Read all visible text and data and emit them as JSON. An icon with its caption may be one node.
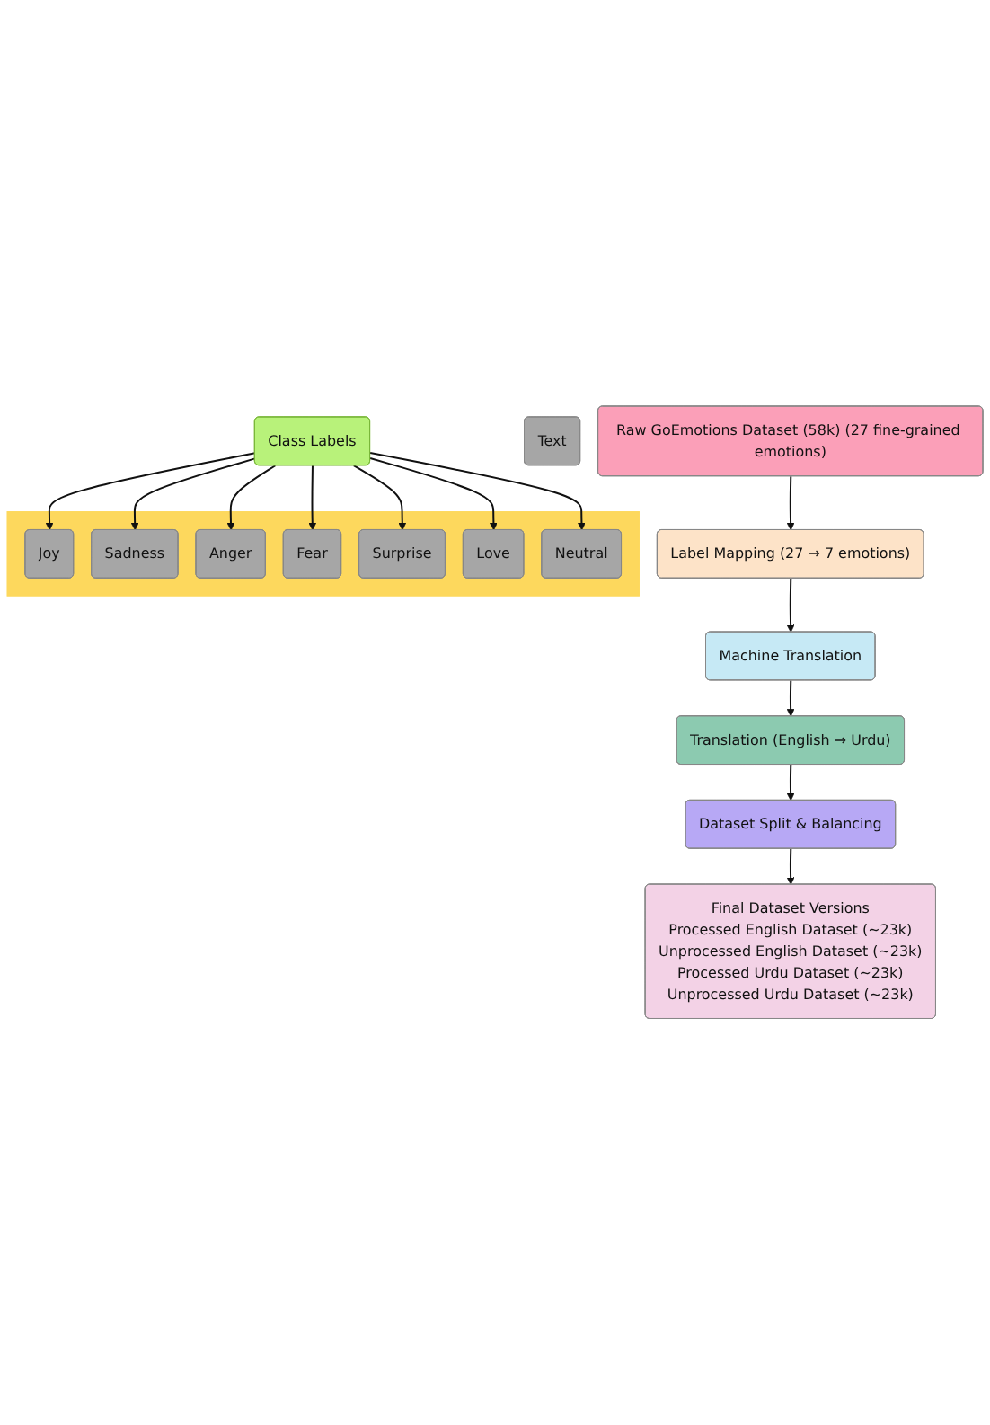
{
  "diagram": {
    "nodes": [
      {
        "text": [
          "Raw GoEmotions Dataset (58k) (27 fine-grained emotions)"
        ]
      },
      {
        "text": [
          "Label Mapping (27 → 7 emotions)"
        ]
      },
      {
        "text": [
          "Machine Translation"
        ]
      },
      {
        "text": [
          "Translation (English → Urdu)"
        ]
      },
      {
        "text": [
          "Dataset Split & Balancing"
        ]
      },
      {
        "text": [
          "Final Dataset Versions",
          "Processed English Dataset (~23k)",
          "Unprocessed English Dataset (~23k)",
          "Processed Urdu Dataset (~23k)",
          "Unprocessed Urdu Dataset (~23k)"
        ]
      },
      {
        "text": [
          "Text"
        ]
      },
      {
        "text": [
          "Class Labels"
        ]
      },
      {
        "text": [],
        "shape": "bar"
      },
      {
        "text": [
          "Joy"
        ],
        "in": 8
      },
      {
        "text": [
          "Sadness"
        ],
        "in": 8
      },
      {
        "text": [
          "Anger"
        ],
        "in": 8
      },
      {
        "text": [
          "Fear"
        ],
        "in": 8
      },
      {
        "text": [
          "Surprise"
        ],
        "in": 8
      },
      {
        "text": [
          "Love"
        ],
        "in": 8
      },
      {
        "text": [
          "Neutral"
        ],
        "in": 8
      }
    ],
    "edges": [
      {
        "from": 0,
        "to": 1,
        "arrow": "to"
      },
      {
        "from": 1,
        "to": 2,
        "arrow": "to"
      },
      {
        "from": 2,
        "to": 3,
        "arrow": "to"
      },
      {
        "from": 3,
        "to": 4,
        "arrow": "to"
      },
      {
        "from": 4,
        "to": 5,
        "arrow": "to"
      },
      {
        "from": 7,
        "to": 9,
        "arrow": "to"
      },
      {
        "from": 7,
        "to": 10,
        "arrow": "to"
      },
      {
        "from": 7,
        "to": 11,
        "arrow": "to"
      },
      {
        "from": 7,
        "to": 12,
        "arrow": "to"
      },
      {
        "from": 7,
        "to": 13,
        "arrow": "to"
      },
      {
        "from": 7,
        "to": 14,
        "arrow": "to"
      },
      {
        "from": 7,
        "to": 15,
        "arrow": "to"
      }
    ]
  }
}
